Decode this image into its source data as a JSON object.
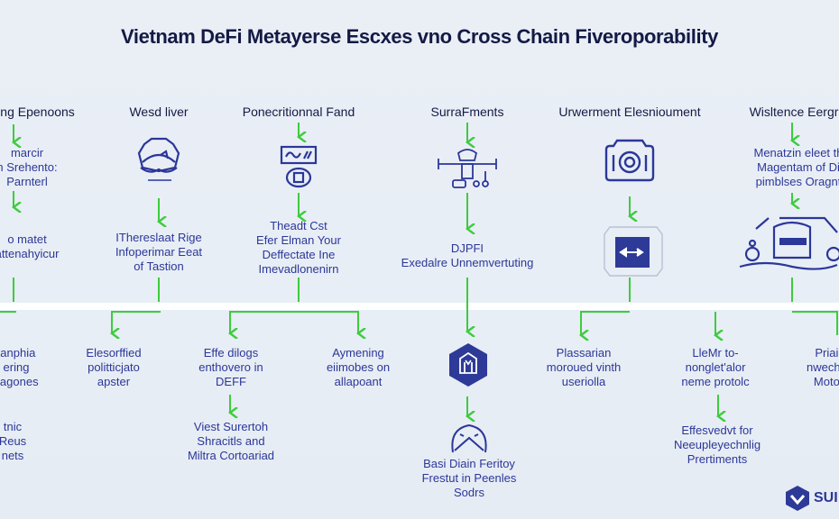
{
  "title": "Vietnam DeFi Metayerse Escxes vno Cross Chain Fiveroporability",
  "colors": {
    "accent_green": "#3dcc3d",
    "primary_blue": "#2b3799",
    "title_dark": "#141a45"
  },
  "columns": [
    {
      "heading": "ing Epenoons",
      "text": "marcir\nn Srehento:\nParnterl",
      "text2": "o matet\nattenahyicur"
    },
    {
      "heading": "Wesd liver",
      "icon": "shield-mask-icon",
      "text": "IThereslaat Rige\nInfoperimar Eeat\nof Tastion"
    },
    {
      "heading": "Ponecritionnal Fand",
      "icon": "card-coin-icon",
      "text": "Theadt Cst\nEfer Elman Your\nDeffectate Ine\nImevadlonenirn"
    },
    {
      "heading": "SurraFments",
      "icon": "robot-machine-icon",
      "text": "DJPFI\nExedalre Unnemvertuting"
    },
    {
      "heading": "Urwerment Elesnioument",
      "icon": "camera-icon",
      "icon2": "exchange-arrows-icon"
    },
    {
      "heading": "Wisltence Eergr",
      "icon": "network-server-icon",
      "text": "Menatzin eleet th\nMagentam of Di\npimblses Oragnt"
    }
  ],
  "lower": [
    {
      "text": "tanphia\nering\ncagones",
      "text2": "tnic\nReus\nnets"
    },
    {
      "text": "Elesorffied\npolitticjato\napster"
    },
    {
      "text": "Effe dilogs\nenthovero in\nDEFF",
      "text2": "Viest Surertoh\nShracitls and\nMiltra Cortoariad"
    },
    {
      "text": "Aymening\neiimobes on\nallapoant"
    },
    {
      "icon": "hexagon-robot-icon",
      "icon2": "dome-icon",
      "text2": "Basi Diain Feritoy\nFrestut in Peenles\nSodrs"
    },
    {
      "text": "Plassarian\nmoroued vinth\nuseriolla"
    },
    {
      "text": "LleMr to-\nnonglet'alor\nneme protolc",
      "text2": "Effesvedvt for\nNeeupleyechnlig\nPrertiments"
    },
    {
      "text": "Priain\nnwechan\nMotop"
    }
  ],
  "logo": {
    "text": "SUI",
    "icon": "hexagon-logo-icon"
  }
}
